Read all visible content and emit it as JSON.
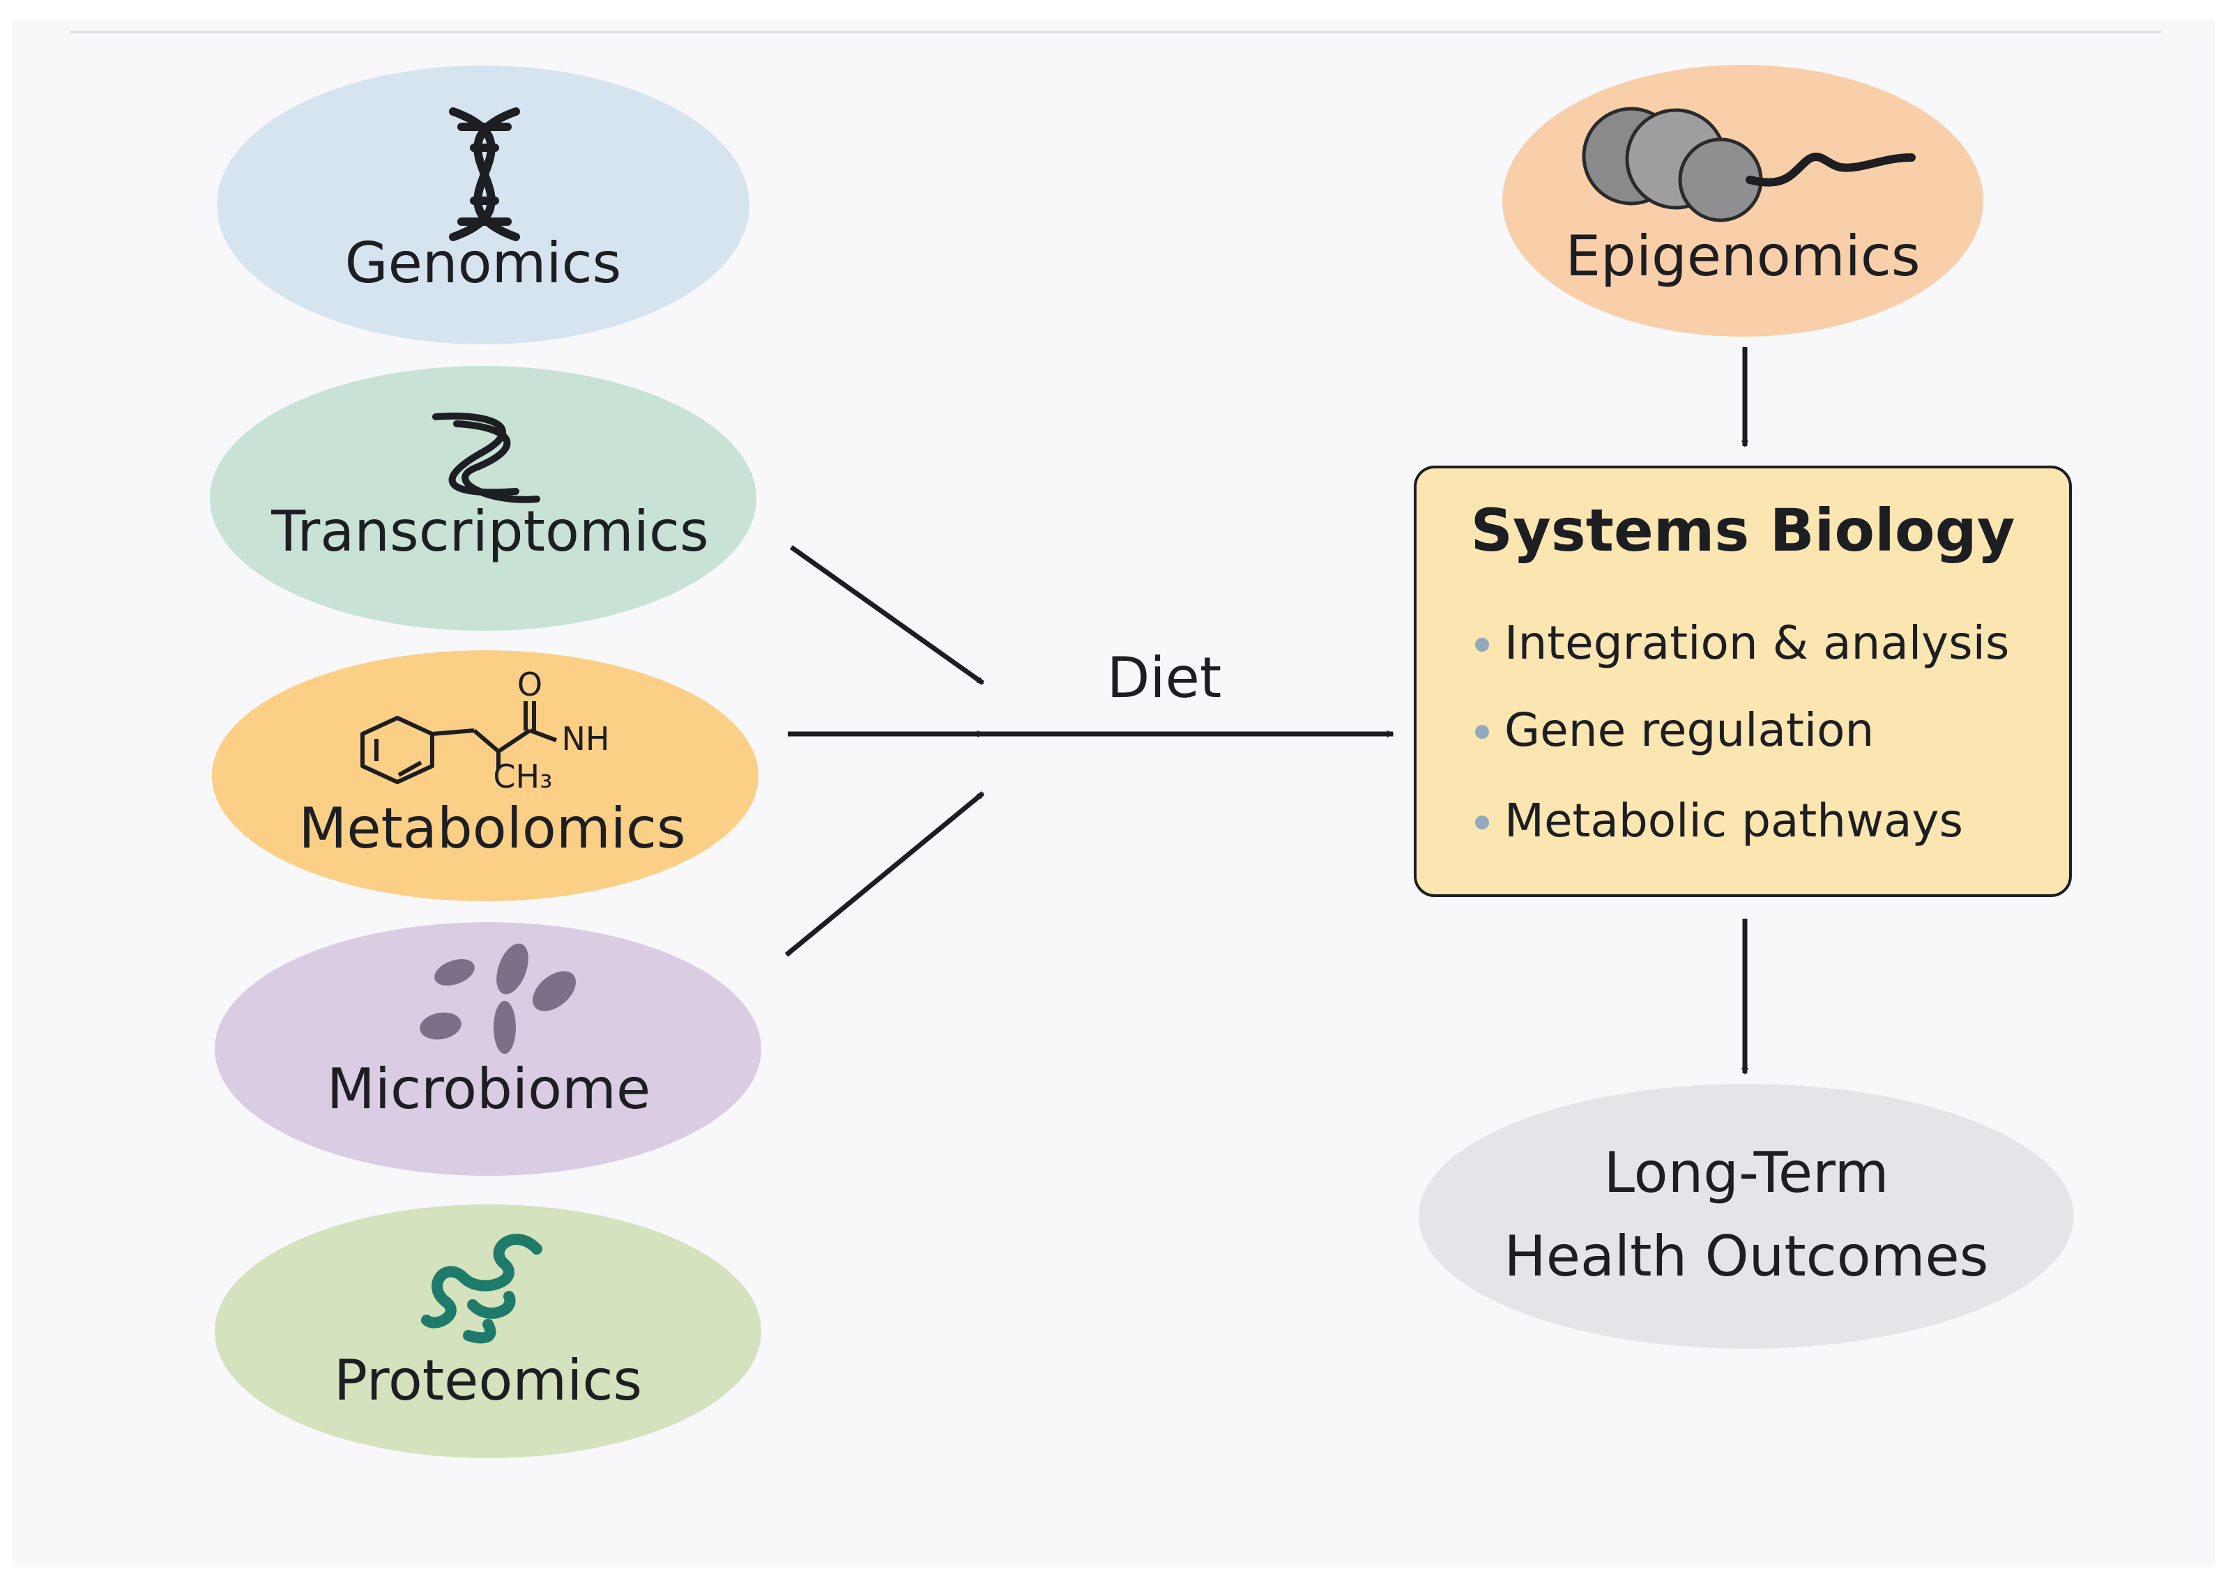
{
  "nodes": {
    "genomics": {
      "label": "Genomics",
      "icon": "dna-double-helix-icon",
      "fill": "#d5e4ee"
    },
    "transcriptomics": {
      "label": "Transcriptomics",
      "icon": "rna-strand-icon",
      "fill": "#c9e2d6"
    },
    "metabolomics": {
      "label": "Metabolomics",
      "icon": "chemical-structure-icon",
      "fill": "#fbcf85",
      "chem_labels": {
        "o": "O",
        "nh": "NH",
        "ch3": "CH₃"
      }
    },
    "microbiome": {
      "label": "Microbiome",
      "icon": "bacteria-icon",
      "fill": "#d9cce3"
    },
    "proteomics": {
      "label": "Proteomics",
      "icon": "protein-chain-icon",
      "fill": "#d4e2bd"
    },
    "epigenomics": {
      "label": "Epigenomics",
      "icon": "nucleosome-icon",
      "fill": "#f8cfa9"
    }
  },
  "diet": {
    "label": "Diet"
  },
  "systems_biology": {
    "title": "Systems Biology",
    "fill": "#fbe6b1",
    "bullets": [
      "Integration & analysis",
      "Gene regulation",
      "Metabolic pathways"
    ]
  },
  "outcome": {
    "lines": [
      "Long-Term",
      "Health Outcomes"
    ],
    "fill": "#e5e5e9"
  },
  "colors": {
    "background": "#f8f7fa",
    "arrow": "#1c1e22",
    "bullet": "#93a9bd",
    "protein": "#1e7a6a",
    "microbe": "#7b6f89"
  }
}
